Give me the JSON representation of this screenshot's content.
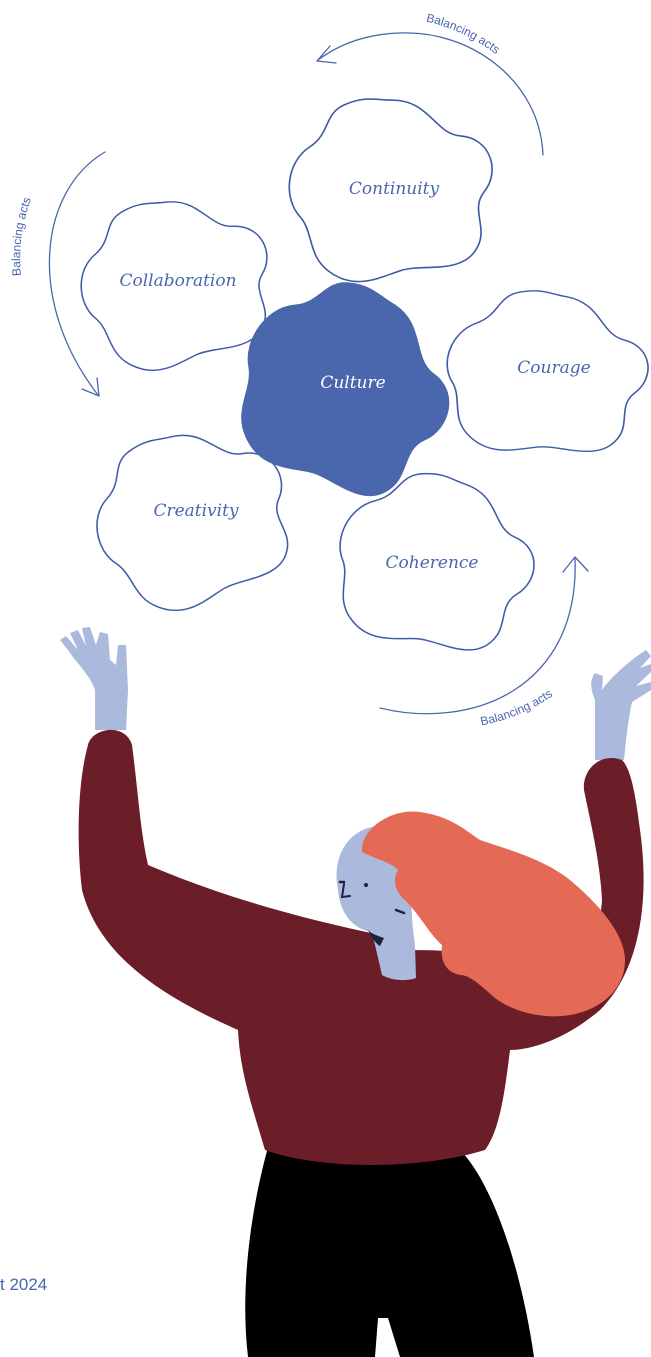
{
  "colors": {
    "accent": "#4a67ad",
    "outline": "#3f5ba8",
    "center_fill": "#4a67ad",
    "center_text": "#ffffff",
    "skin": "#aab9dc",
    "sweater": "#6b1d28",
    "hair": "#e56a55",
    "pants": "#000000",
    "face_detail": "#1a2340"
  },
  "diagram": {
    "center": {
      "label": "Culture"
    },
    "petals": [
      {
        "key": "continuity",
        "label": "Continuity"
      },
      {
        "key": "collaboration",
        "label": "Collaboration"
      },
      {
        "key": "courage",
        "label": "Courage"
      },
      {
        "key": "creativity",
        "label": "Creativity"
      },
      {
        "key": "coherence",
        "label": "Coherence"
      }
    ],
    "arrows": [
      {
        "key": "top",
        "label": "Balancing acts",
        "icon": "curved-arrow-icon"
      },
      {
        "key": "left",
        "label": "Balancing acts",
        "icon": "curved-arrow-icon"
      },
      {
        "key": "bottom",
        "label": "Balancing acts",
        "icon": "curved-arrow-icon"
      }
    ]
  },
  "illustration": {
    "icon": "juggling-person-illustration"
  },
  "footer": {
    "text": "t 2024"
  }
}
